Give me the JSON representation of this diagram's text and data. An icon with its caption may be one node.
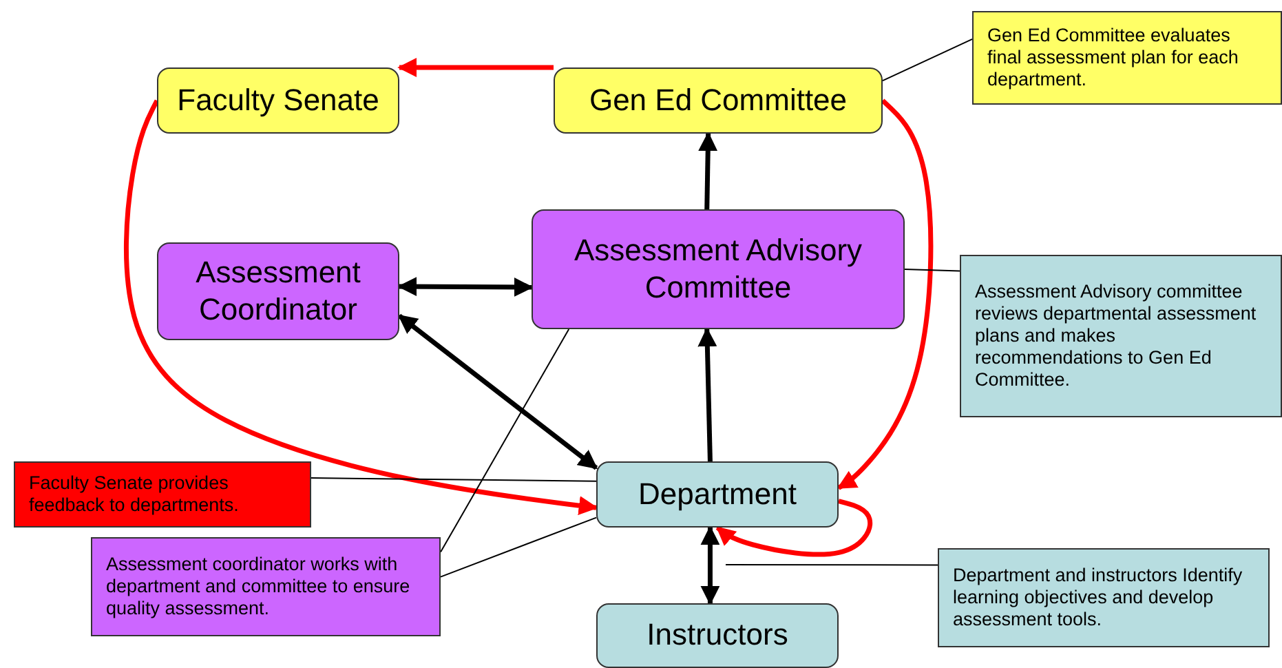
{
  "diagram": {
    "nodes": [
      {
        "text": [
          "Faculty Senate"
        ]
      },
      {
        "text": [
          "Gen Ed Committee"
        ]
      },
      {
        "text": [
          "Gen Ed Committee evaluates final assessment plan for each department."
        ]
      },
      {
        "text": [
          "Assessment Coordinator"
        ]
      },
      {
        "text": [
          "Assessment Advisory Committee"
        ]
      },
      {
        "text": [
          "Assessment Advisory committee reviews departmental assessment plans and makes recommendations to Gen Ed Committee."
        ]
      },
      {
        "text": [
          "Faculty Senate provides feedback to departments."
        ]
      },
      {
        "text": [
          "Department"
        ]
      },
      {
        "text": [
          "Assessment coordinator works with department and committee to ensure quality assessment."
        ]
      },
      {
        "text": [
          "Instructors"
        ]
      },
      {
        "text": [
          "Department and instructors Identify learning objectives and develop assessment tools."
        ]
      }
    ],
    "edges": [
      {
        "from": 1,
        "to": 0,
        "arrow": "to",
        "color": "#ff0000"
      },
      {
        "from": 0,
        "to": 7,
        "arrow": "to",
        "color": "#ff0000"
      },
      {
        "from": 1,
        "to": 7,
        "arrow": "to",
        "color": "#ff0000"
      },
      {
        "from": 7,
        "to": 7,
        "arrow": "to",
        "color": "#ff0000"
      },
      {
        "from": 3,
        "to": 4,
        "arrow": "both"
      },
      {
        "from": 4,
        "to": 1,
        "arrow": "to"
      },
      {
        "from": 7,
        "to": 4,
        "arrow": "to"
      },
      {
        "from": 3,
        "to": 7,
        "arrow": "both"
      },
      {
        "from": 7,
        "to": 9,
        "arrow": "both"
      },
      {
        "from": 2,
        "to": 1,
        "arrow": "none"
      },
      {
        "from": 5,
        "to": 4,
        "arrow": "none"
      },
      {
        "from": 6,
        "to": 7,
        "arrow": "none"
      },
      {
        "from": 8,
        "to": 4,
        "arrow": "none"
      },
      {
        "from": 8,
        "to": 7,
        "arrow": "none"
      },
      {
        "from": 10,
        "to": null,
        "arrow": "none"
      }
    ]
  }
}
